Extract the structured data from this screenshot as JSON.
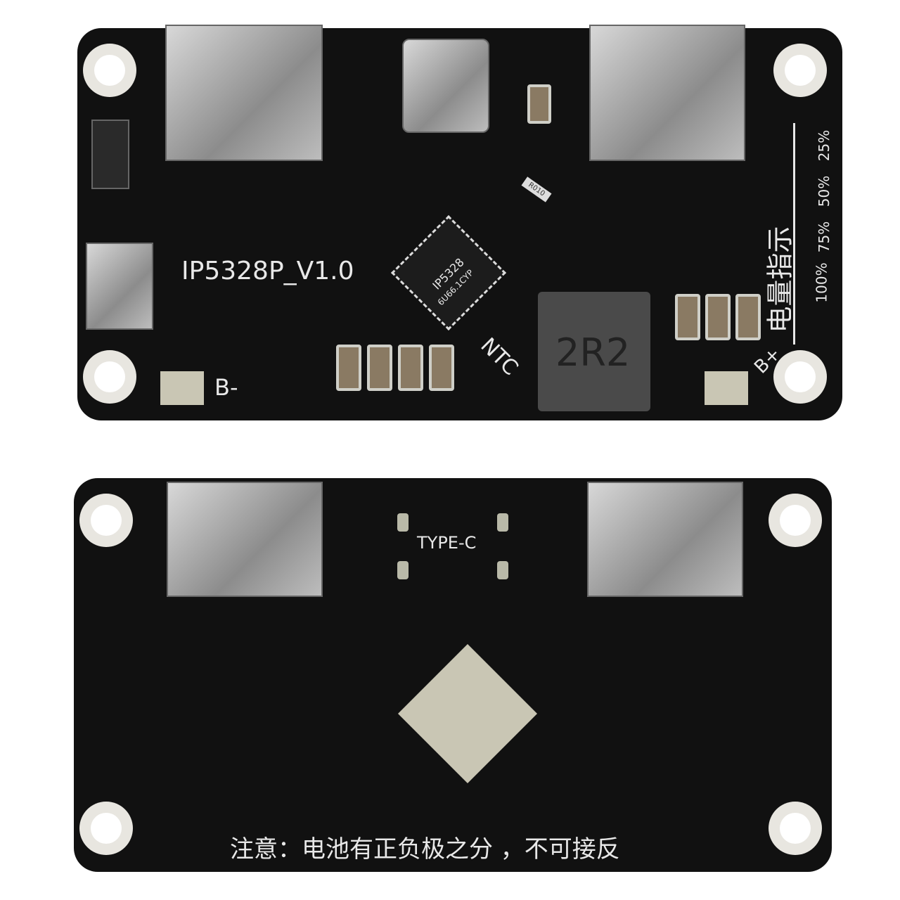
{
  "top_board": {
    "model_label": "IP5328P_V1.0",
    "chip_brand": "IP5328",
    "chip_code": "6U66.1CYP",
    "inductor_label": "2R2",
    "resistor_label": "R010",
    "ntc_label": "NTC",
    "b_minus_label": "B-",
    "b_plus_label": "B+",
    "battery_indicator_label": "电量指示",
    "levels": [
      "100%",
      "75%",
      "50%",
      "25%"
    ]
  },
  "bottom_board": {
    "type_c_label": "TYPE-C",
    "warning_text": "注意：电池有正负极之分 ，不可接反"
  },
  "colors": {
    "pcb": "#111111",
    "silkscreen": "#e8e8e8",
    "metal": "#b0b0b0",
    "exposed_pad": "#c9c6b4"
  }
}
